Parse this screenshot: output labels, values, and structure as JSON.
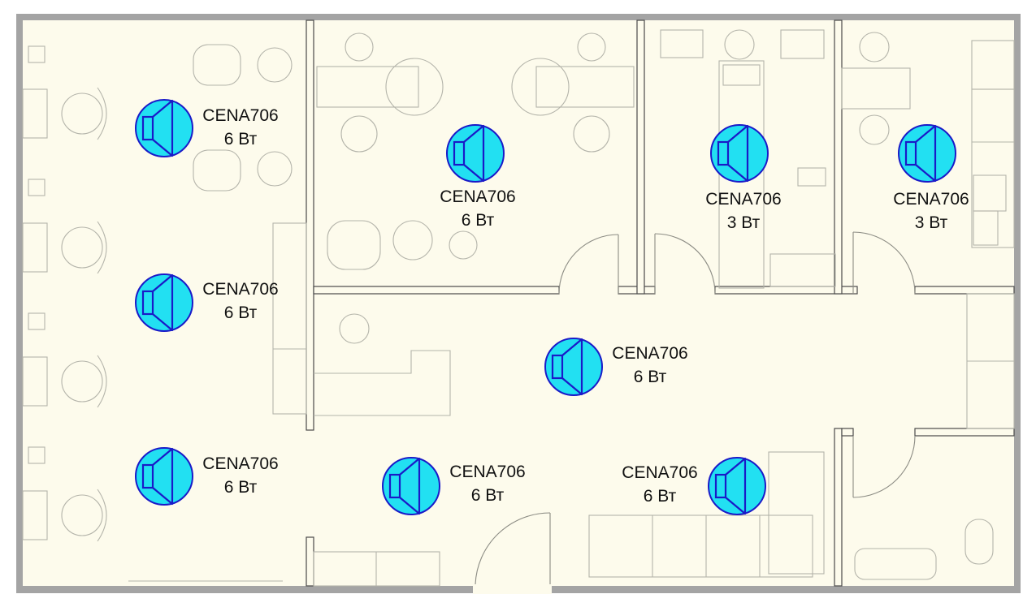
{
  "plan": {
    "speakers": [
      {
        "model": "CENA706",
        "power": "6 Вт"
      },
      {
        "model": "CENA706",
        "power": "6 Вт"
      },
      {
        "model": "CENA706",
        "power": "3 Вт"
      },
      {
        "model": "CENA706",
        "power": "3 Вт"
      },
      {
        "model": "CENA706",
        "power": "6 Вт"
      },
      {
        "model": "CENA706",
        "power": "6 Вт"
      },
      {
        "model": "CENA706",
        "power": "6 Вт"
      },
      {
        "model": "CENA706",
        "power": "6 Вт"
      },
      {
        "model": "CENA706",
        "power": "6 Вт"
      }
    ],
    "colors": {
      "wall": "#a4a4a4",
      "floor": "#fdfbec",
      "furniture": "#b4b4aa",
      "speaker_fill": "#22e0f2",
      "speaker_stroke": "#1a1ac8"
    },
    "icon": "speaker-icon"
  }
}
